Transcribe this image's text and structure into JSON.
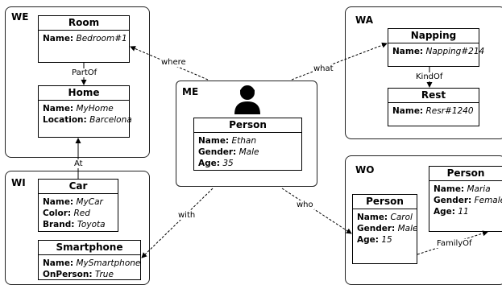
{
  "panels": {
    "we": "WE",
    "wa": "WA",
    "wi": "WI",
    "wo": "WO",
    "me": "ME"
  },
  "entities": {
    "room": {
      "title": "Room",
      "rows": [
        {
          "key": "Name:",
          "value": "Bedroom#1"
        }
      ]
    },
    "home": {
      "title": "Home",
      "rows": [
        {
          "key": "Name:",
          "value": "MyHome"
        },
        {
          "key": "Location:",
          "value": "Barcelona"
        }
      ]
    },
    "napping": {
      "title": "Napping",
      "rows": [
        {
          "key": "Name:",
          "value": "Napping#214"
        }
      ]
    },
    "rest": {
      "title": "Rest",
      "rows": [
        {
          "key": "Name:",
          "value": "Resr#1240"
        }
      ]
    },
    "me_person": {
      "title": "Person",
      "rows": [
        {
          "key": "Name:",
          "value": "Ethan"
        },
        {
          "key": "Gender:",
          "value": "Male"
        },
        {
          "key": "Age:",
          "value": "35"
        }
      ]
    },
    "car": {
      "title": "Car",
      "rows": [
        {
          "key": "Name:",
          "value": "MyCar"
        },
        {
          "key": "Color:",
          "value": "Red"
        },
        {
          "key": "Brand:",
          "value": "Toyota"
        }
      ]
    },
    "smartphone": {
      "title": "Smartphone",
      "rows": [
        {
          "key": "Name:",
          "value": "MySmartphone"
        },
        {
          "key": "OnPerson:",
          "value": "True"
        }
      ]
    },
    "carol": {
      "title": "Person",
      "rows": [
        {
          "key": "Name:",
          "value": "Carol"
        },
        {
          "key": "Gender:",
          "value": "Male"
        },
        {
          "key": "Age:",
          "value": "15"
        }
      ]
    },
    "maria": {
      "title": "Person",
      "rows": [
        {
          "key": "Name:",
          "value": "Maria"
        },
        {
          "key": "Gender:",
          "value": "Female"
        },
        {
          "key": "Age:",
          "value": "11"
        }
      ]
    }
  },
  "edges": {
    "partof": "PartOf",
    "kindof": "KindOf",
    "at": "At",
    "where": "where",
    "what": "what",
    "with": "with",
    "who": "who",
    "familyof": "FamilyOf"
  },
  "icons": {
    "me_avatar": "person-icon"
  }
}
